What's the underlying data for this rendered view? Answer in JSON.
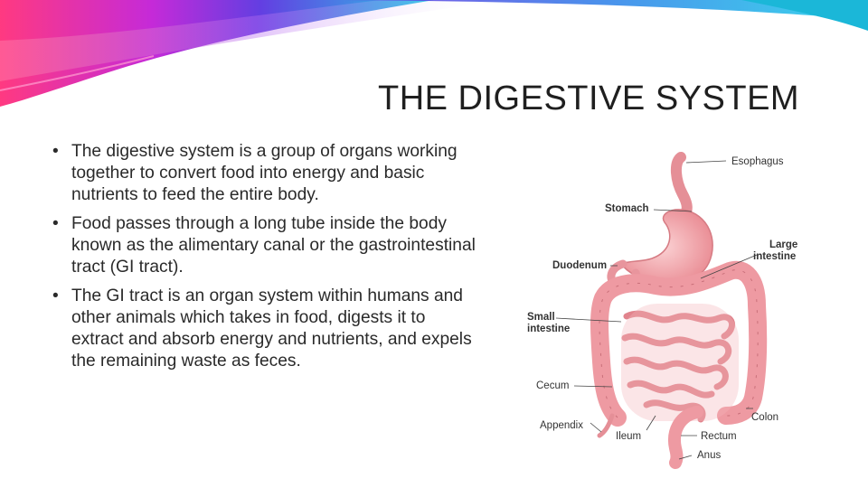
{
  "slide": {
    "title": "THE DIGESTIVE SYSTEM",
    "bullets": [
      "The digestive system is a group of organs working together to convert food into energy and basic nutrients  to feed the entire body.",
      "Food passes through a long tube inside the body known as the alimentary canal or the gastrointestinal tract (GI tract).",
      "The GI tract is an organ system within humans and other animals which takes in food, digests it to extract and absorb energy and nutrients, and expels the remaining waste as feces."
    ],
    "bullet_glyph": "•"
  },
  "diagram": {
    "labels": {
      "esophagus": "Esophagus",
      "stomach": "Stomach",
      "large_intestine_1": "Large",
      "large_intestine_2": "intestine",
      "duodenum": "Duodenum",
      "small_intestine_1": "Small",
      "small_intestine_2": "intestine",
      "cecum": "Cecum",
      "colon": "Colon",
      "appendix": "Appendix",
      "ileum": "Ileum",
      "rectum": "Rectum",
      "anus": "Anus"
    }
  },
  "colors": {
    "accent_magenta": "#e8127c",
    "accent_purple": "#8a2be2",
    "accent_cyan": "#1ec8e6",
    "organ_fill": "#f2a7ac",
    "organ_stroke": "#d67b83"
  }
}
